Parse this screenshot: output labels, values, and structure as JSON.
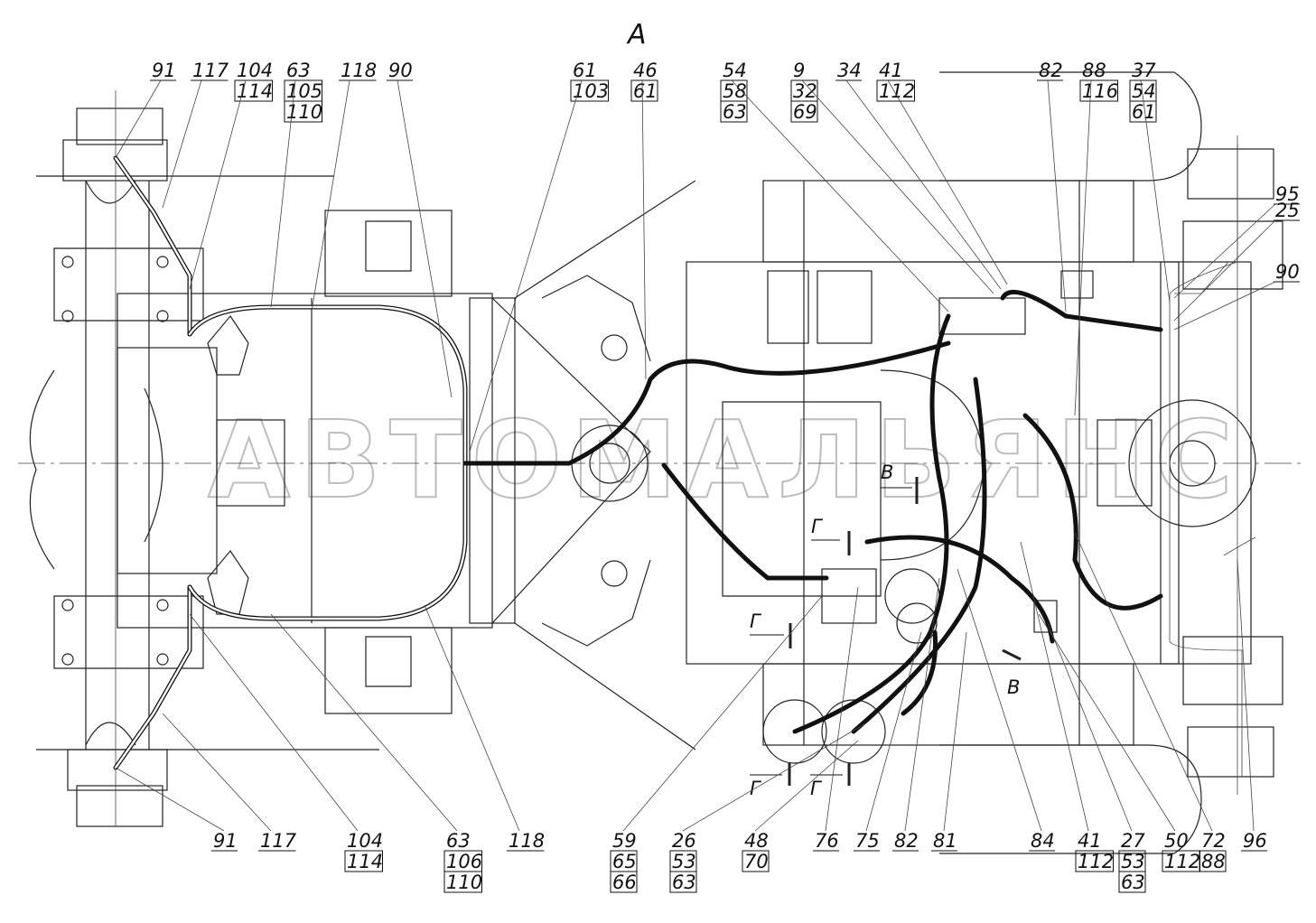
{
  "view_label": "А",
  "watermark": "АВТОМАЛЬЯНС",
  "callouts_top": [
    [
      "91"
    ],
    [
      "117"
    ],
    [
      "104",
      "114"
    ],
    [
      "63",
      "105",
      "110"
    ],
    [
      "118"
    ],
    [
      "90"
    ],
    [
      "61",
      "103"
    ],
    [
      "46",
      "61"
    ],
    [
      "54",
      "58",
      "63"
    ],
    [
      "9",
      "32",
      "69"
    ],
    [
      "34"
    ],
    [
      "41",
      "112"
    ],
    [
      "82"
    ],
    [
      "88",
      "116"
    ],
    [
      "37",
      "54",
      "61"
    ]
  ],
  "callouts_right": [
    [
      "95"
    ],
    [
      "25"
    ],
    [
      "90"
    ]
  ],
  "callouts_bottom": [
    [
      "91"
    ],
    [
      "117"
    ],
    [
      "104",
      "114"
    ],
    [
      "63",
      "106",
      "110"
    ],
    [
      "118"
    ],
    [
      "59",
      "65",
      "66"
    ],
    [
      "26",
      "53",
      "63"
    ],
    [
      "48",
      "70"
    ],
    [
      "76"
    ],
    [
      "75"
    ],
    [
      "82"
    ],
    [
      "81"
    ],
    [
      "84"
    ],
    [
      "41",
      "112"
    ],
    [
      "27",
      "53",
      "63"
    ],
    [
      "50",
      "112"
    ],
    [
      "72",
      "88"
    ],
    [
      "96"
    ]
  ],
  "section_marks": [
    "В",
    "В",
    "Г",
    "Г",
    "Г",
    "Г"
  ]
}
